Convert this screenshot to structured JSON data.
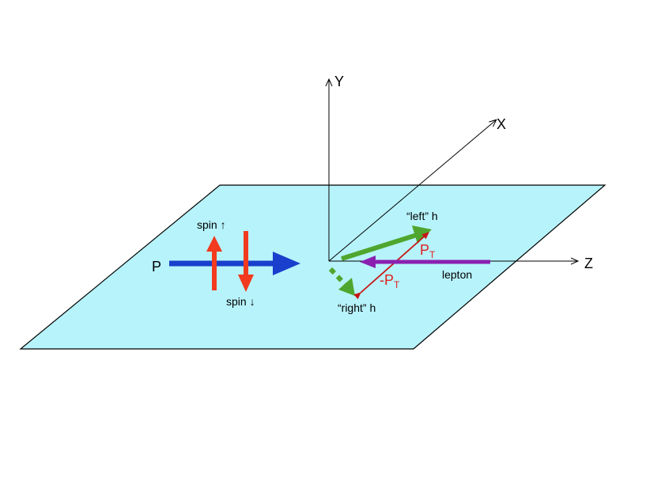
{
  "axes": {
    "y": "Y",
    "x": "X",
    "z": "Z"
  },
  "labels": {
    "proton": "P",
    "spin_up": "spin ↑",
    "spin_down": "spin ↓",
    "left_hadron": "“left” h",
    "right_hadron": "“right” h",
    "pt_main": "P",
    "pt_sub": "T",
    "neg_pt_main": "-P",
    "neg_pt_sub": "T",
    "lepton": "lepton"
  },
  "colors": {
    "plane_fill": "#b7f3fb",
    "proton_arrow": "#1a3fcc",
    "spin_arrows": "#f23a1e",
    "hadron_arrows": "#4fa62e",
    "pt_arrow": "#c81414",
    "lepton_arrow": "#8b1fb0",
    "axes": "#000000"
  }
}
